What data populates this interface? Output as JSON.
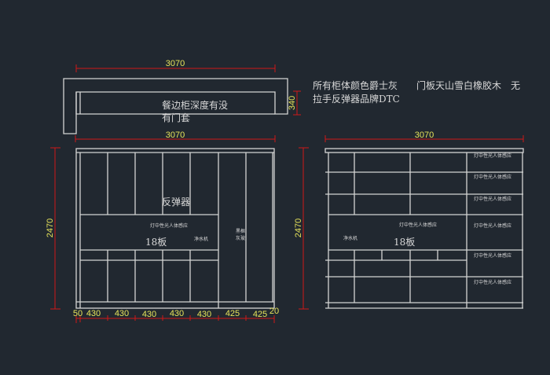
{
  "colors": {
    "background": "#212830",
    "lines": "#d4d4d4",
    "dimension_lines": "#d01818",
    "dimension_text": "#e6e35a"
  },
  "plan": {
    "width_top": "3070",
    "width_bottom": "3070",
    "depth": "340",
    "note_line1": "餐边柜深度有没",
    "note_line2": "有门套"
  },
  "general_note": {
    "line1": "所有柜体颜色爵士灰　　门板天山雪白橡胶木　无",
    "line2": "拉手反弹器品牌DTC"
  },
  "left_elevation": {
    "height": "2470",
    "label_rebounder": "反弹器",
    "label_light": "灯中性光人体感应",
    "label_board": "18板",
    "label_water": "净水机",
    "label_frame1": "黑框",
    "label_frame2": "灰玻",
    "bottom_dims": [
      "50",
      "430",
      "430",
      "430",
      "430",
      "430",
      "425",
      "425",
      "20"
    ]
  },
  "right_elevation": {
    "width": "3070",
    "height": "2470",
    "label_light_mid": "灯中性光人体感应",
    "label_water": "净水机",
    "label_board": "18板",
    "side_labels": [
      "灯中性光人体感应",
      "灯中性光人体感应",
      "灯中性光人体感应",
      "灯中性光人体感应",
      "灯中性光人体感应",
      "灯中性光人体感应"
    ]
  }
}
